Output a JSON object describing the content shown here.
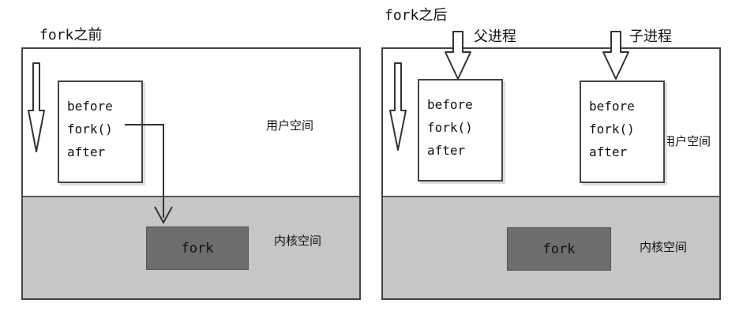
{
  "left": {
    "title": "fork之前",
    "user_space_label": "用户空间",
    "kernel_space_label": "内核空间",
    "code": [
      "before",
      "fork()",
      "after"
    ],
    "kernel_call": "fork"
  },
  "right": {
    "title": "fork之后",
    "parent_label": "父进程",
    "child_label": "子进程",
    "user_space_label": "用户空间",
    "kernel_space_label": "内核空间",
    "parent_code": [
      "before",
      "fork()",
      "after"
    ],
    "child_code": [
      "before",
      "fork()",
      "after"
    ],
    "kernel_call": "fork"
  }
}
